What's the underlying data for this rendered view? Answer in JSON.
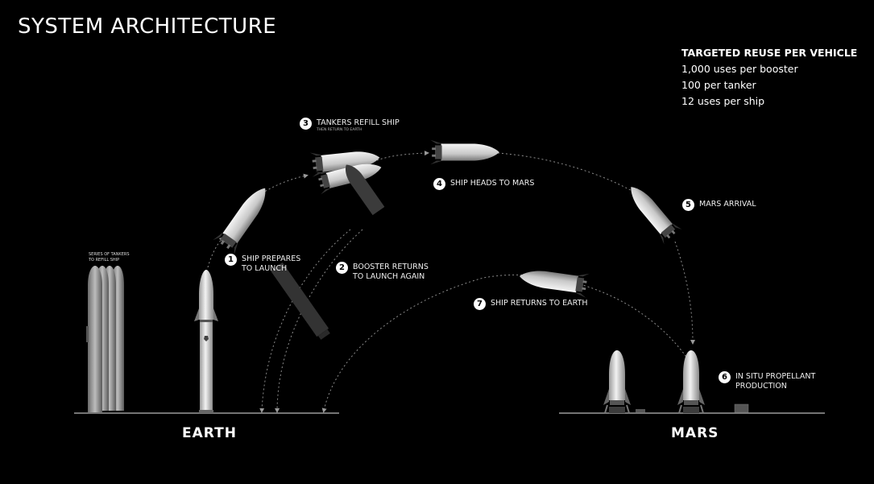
{
  "title": "SYSTEM ARCHITECTURE",
  "reuse": {
    "heading": "TARGETED REUSE PER VEHICLE",
    "lines": [
      "1,000 uses per booster",
      "100 per tanker",
      "12 uses per ship"
    ]
  },
  "tanker_note": "SERIES OF TANKERS\nTO REFILL SHIP",
  "steps": [
    {
      "num": "1",
      "label": "SHIP PREPARES\nTO LAUNCH"
    },
    {
      "num": "2",
      "label": "BOOSTER RETURNS\nTO LAUNCH AGAIN"
    },
    {
      "num": "3",
      "label": "TANKERS REFILL SHIP",
      "sublabel": "THEN RETURN TO EARTH"
    },
    {
      "num": "4",
      "label": "SHIP HEADS TO MARS"
    },
    {
      "num": "5",
      "label": "MARS ARRIVAL"
    },
    {
      "num": "6",
      "label": "IN SITU PROPELLANT\nPRODUCTION"
    },
    {
      "num": "7",
      "label": "SHIP RETURNS TO EARTH"
    }
  ],
  "earth_label": "EARTH",
  "mars_label": "MARS",
  "colors": {
    "background": "#000000",
    "text": "#ffffff",
    "vehicle": "#d9d9d9",
    "booster": "#3a3a3a",
    "path": "#8a8a8a"
  }
}
